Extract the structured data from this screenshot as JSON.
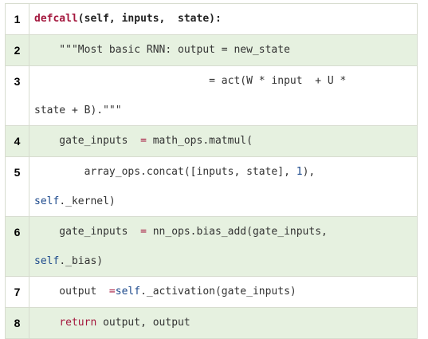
{
  "rows": [
    {
      "n": "1"
    },
    {
      "n": "2"
    },
    {
      "n": "3"
    },
    {
      "n": "4"
    },
    {
      "n": "5"
    },
    {
      "n": "6"
    },
    {
      "n": "7"
    },
    {
      "n": "8"
    }
  ],
  "code": {
    "l1_def": "defcall",
    "l1_rest": "(self, inputs,  state):",
    "l2_doc": "    \"\"\"Most basic RNN: output = new_state",
    "l3a": "                            = act(W * input  + U *",
    "l3b": "state + B).\"\"\"",
    "l4_var": "    gate_inputs  ",
    "l4_eq": "=",
    "l4_rest": " math_ops.matmul(",
    "l5a_pre": "        array_ops.concat([inputs, state], ",
    "l5a_num": "1",
    "l5a_post": "),",
    "l5b_self": "self",
    "l5b_rest": "._kernel)",
    "l6a_var": "    gate_inputs  ",
    "l6a_eq": "=",
    "l6a_rest": " nn_ops.bias_add(gate_inputs,",
    "l6b_self": "self",
    "l6b_rest": "._bias)",
    "l7_var": "    output  ",
    "l7_eq": "=",
    "l7_self": "self",
    "l7_rest": "._activation(gate_inputs)",
    "l8_ind": "    ",
    "l8_kw": "return",
    "l8_rest": " output, output"
  },
  "colors": {
    "keyword": "#a4183e",
    "self": "#1d4a8c",
    "alt_row": "#e6f1e0",
    "border": "#d7dccf"
  }
}
